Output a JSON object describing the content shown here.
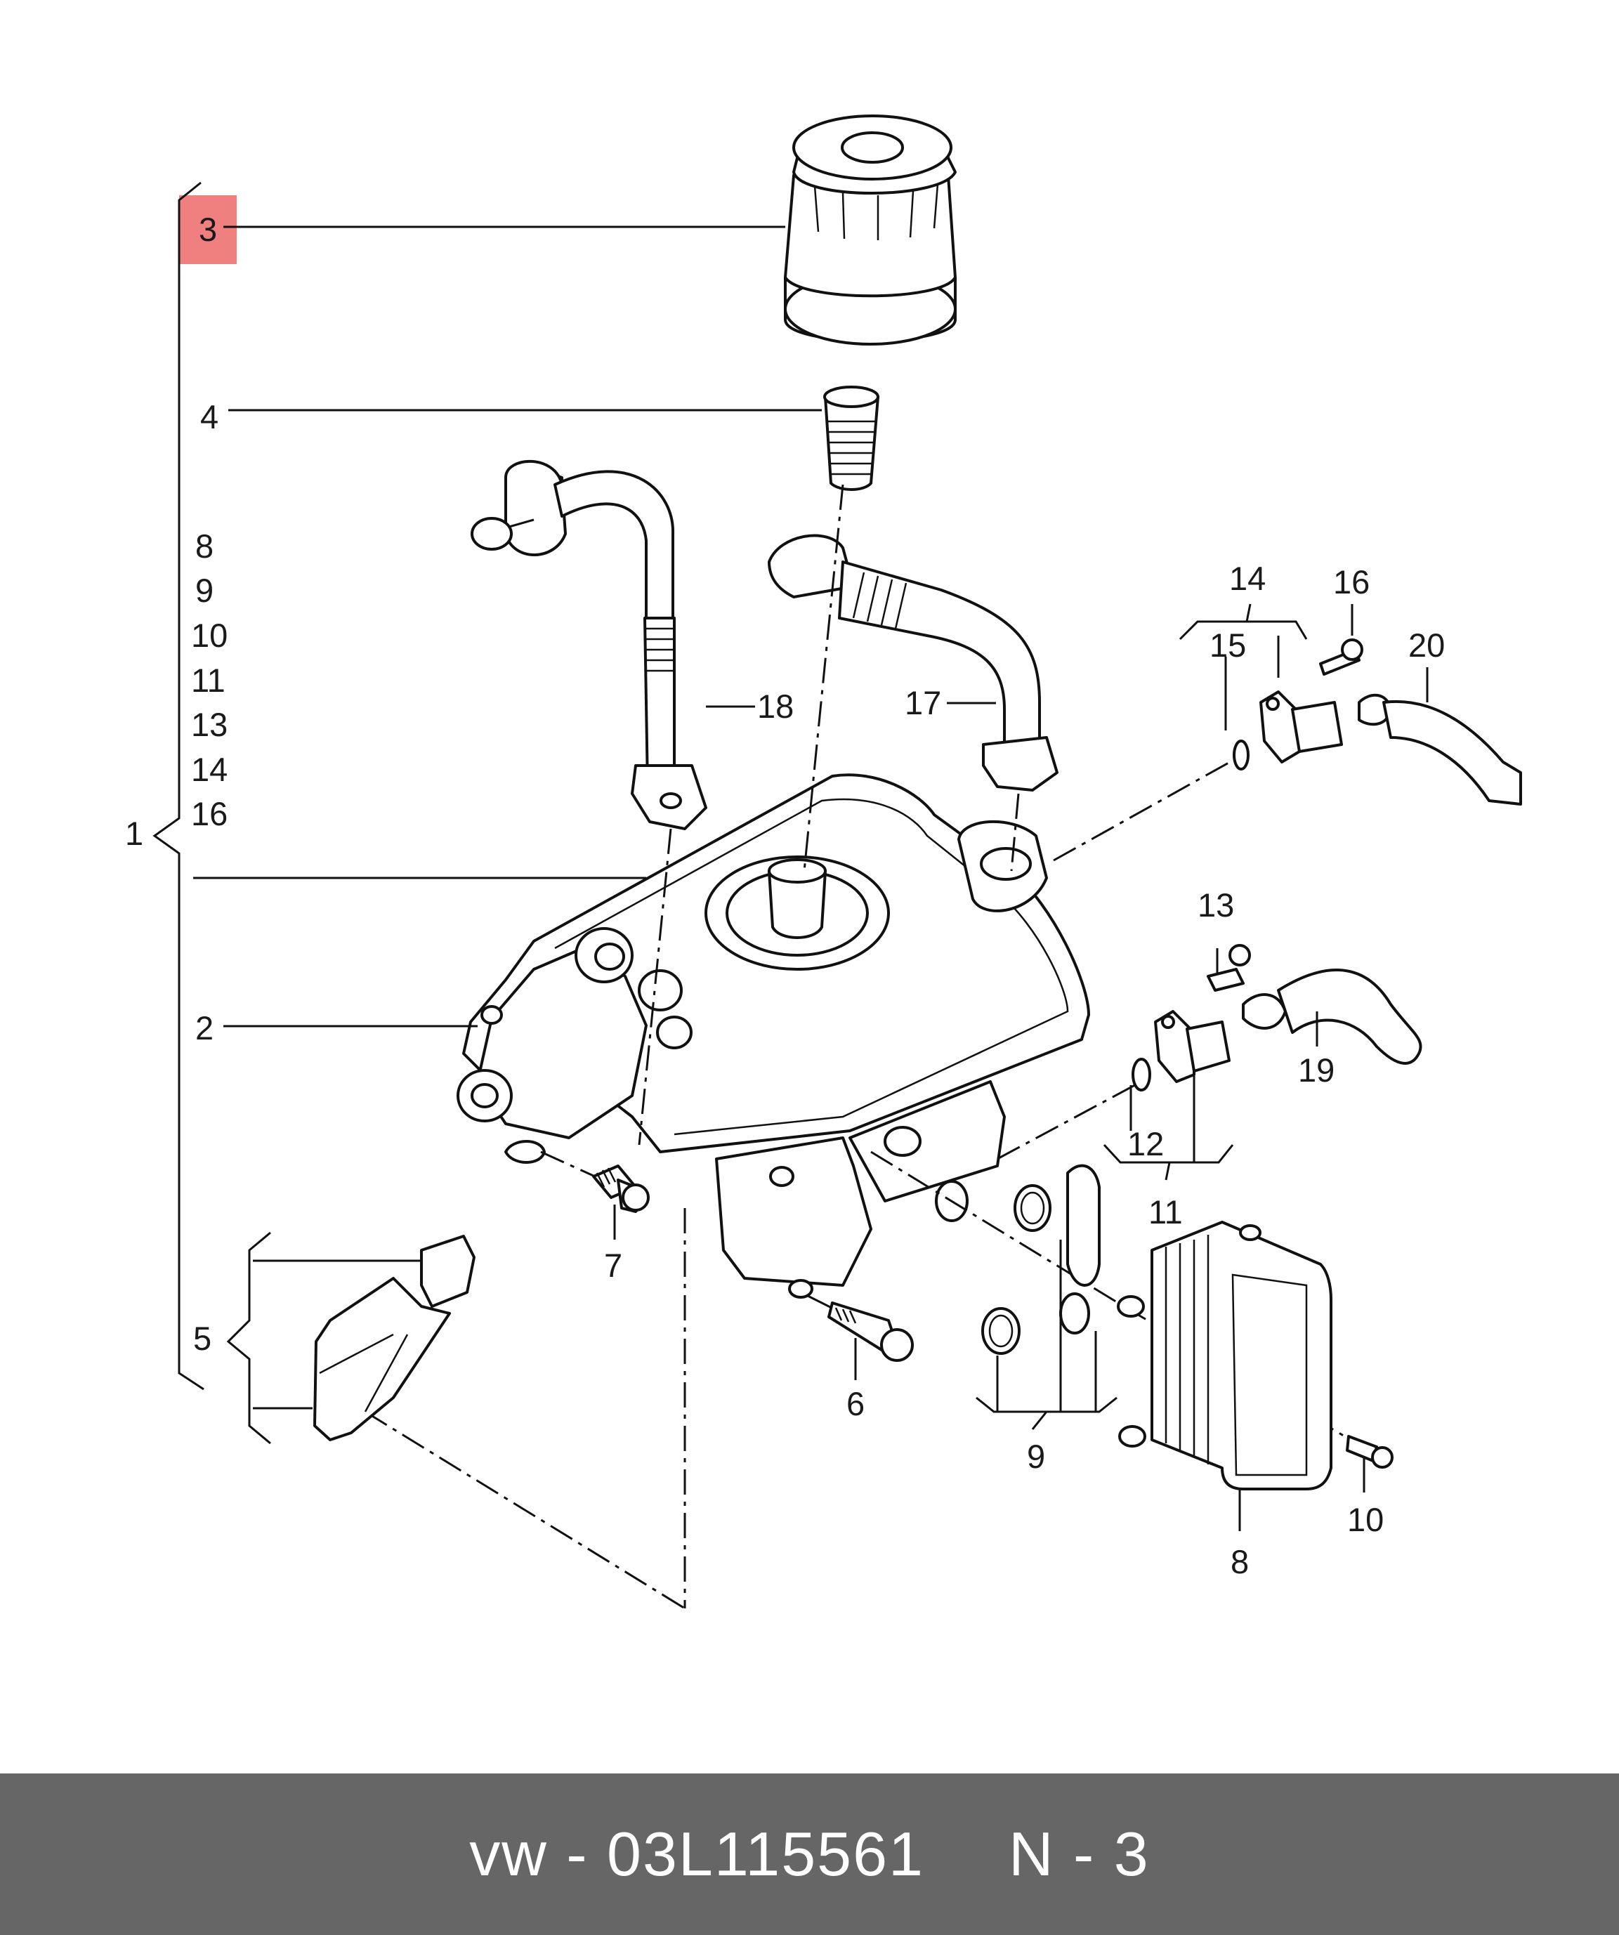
{
  "callouts": {
    "c1": "1",
    "c2": "2",
    "c3": "3",
    "c4": "4",
    "c5": "5",
    "c6": "6",
    "c7": "7",
    "c8": "8",
    "c9": "9",
    "c10": "10",
    "c11": "11",
    "c12": "12",
    "c13": "13",
    "c14": "14",
    "c15": "15",
    "c16": "16",
    "c17": "17",
    "c18": "18",
    "c19": "19",
    "c20": "20"
  },
  "kit_list": [
    "8",
    "9",
    "10",
    "11",
    "13",
    "14",
    "16"
  ],
  "highlight": {
    "label": "3",
    "color": "#f08080"
  },
  "footer": {
    "part_number": "vw - 03L115561",
    "position": "N - 3",
    "background": "#666666"
  }
}
